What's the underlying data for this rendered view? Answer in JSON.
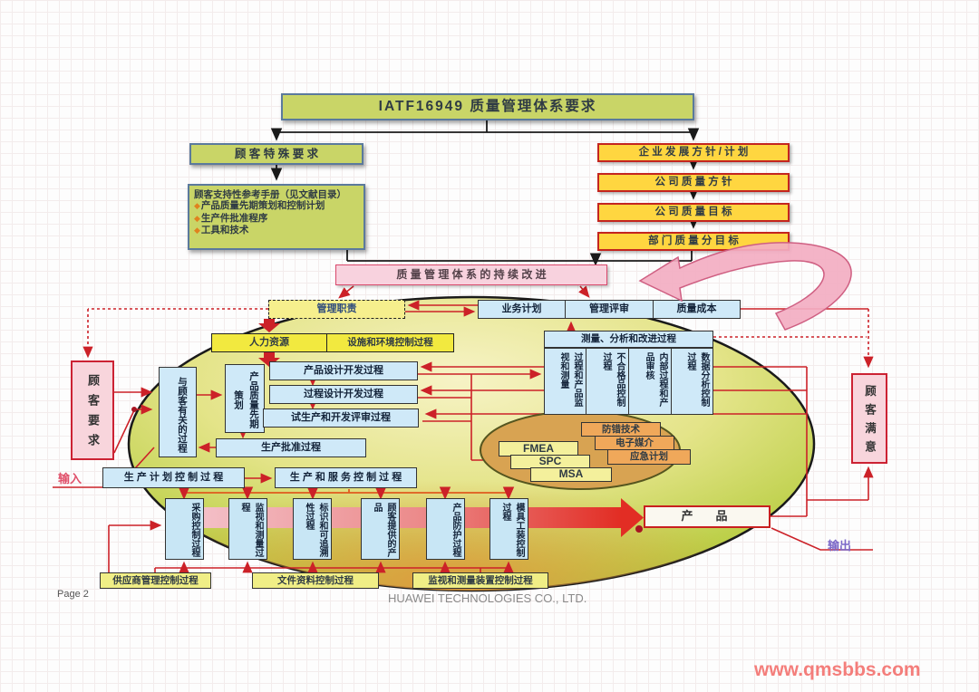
{
  "page": {
    "page_label": "Page 2",
    "company": "HUAWEI TECHNOLOGIES CO., LTD.",
    "watermark": "www.qmsbbs.com"
  },
  "icons": {
    "diamond_bullet": "◆"
  },
  "colors": {
    "accent_red": "#cc2128",
    "green_box": "#c9d567",
    "yellow_box": "#ffd640",
    "pink_box": "#f8d2de",
    "blue_box": "#cfe9f8",
    "inner_ellipse_orange": "#d8a352",
    "band_red": "#e23028"
  },
  "nodes": {
    "title": "IATF16949 质量管理体系要求",
    "customer_special": "顾 客 特 殊 要 求",
    "manual_title": "顾客支持性参考手册（见文献目录）",
    "manual_items": [
      "产品质量先期策划和控制计划",
      "生产件批准程序",
      "工具和技术"
    ],
    "policy_chain": [
      "企 业 发 展 方 针 / 计 划",
      "公 司 质 量 方 针",
      "公 司 质 量 目 标",
      "部 门 质 量 分 目 标"
    ],
    "continual_improvement": "质 量 管 理 体 系 的 持 续 改 进",
    "mgmt_duty": "管理职责",
    "blue_row": [
      "业务计划",
      "管理评审",
      "质量成本"
    ],
    "hr": "人力资源",
    "facility": "设施和环境控制过程",
    "customer_related": "与顾客有关的过程",
    "apqp": "产品质量先期策划",
    "design_boxes": [
      "产品设计开发过程",
      "过程设计开发过程",
      "试生产和开发评审过程"
    ],
    "production_approval": "生产批准过程",
    "measure_header": "测量、分析和改进过程",
    "measure_cells": [
      "过程和产品监视和测量",
      "不合格品控制过程",
      "内部过程和产品审核",
      "数据分析控制过程"
    ],
    "tools_yellow": [
      "FMEA",
      "SPC",
      "MSA"
    ],
    "tools_orange": [
      "防错技术",
      "电子媒介",
      "应急计划"
    ],
    "customer_req": "顾客要求",
    "customer_sat": "顾客满意",
    "plan_ctrl": "生 产 计 划 控 制 过 程",
    "service_ctrl": "生 产 和 服 务 控 制 过 程",
    "bottom_cols": [
      "采购控制过程",
      "监视和测量过程",
      "标识和可追溯性过程",
      "顾客提供的产品",
      "产品防护过程",
      "模具工装控制过程"
    ],
    "bottom_yellow": [
      "供应商管理控制过程",
      "文件资料控制过程",
      "监视和测量装置控制过程"
    ],
    "product": "产　品",
    "input_label": "输入",
    "output_label": "输出"
  }
}
